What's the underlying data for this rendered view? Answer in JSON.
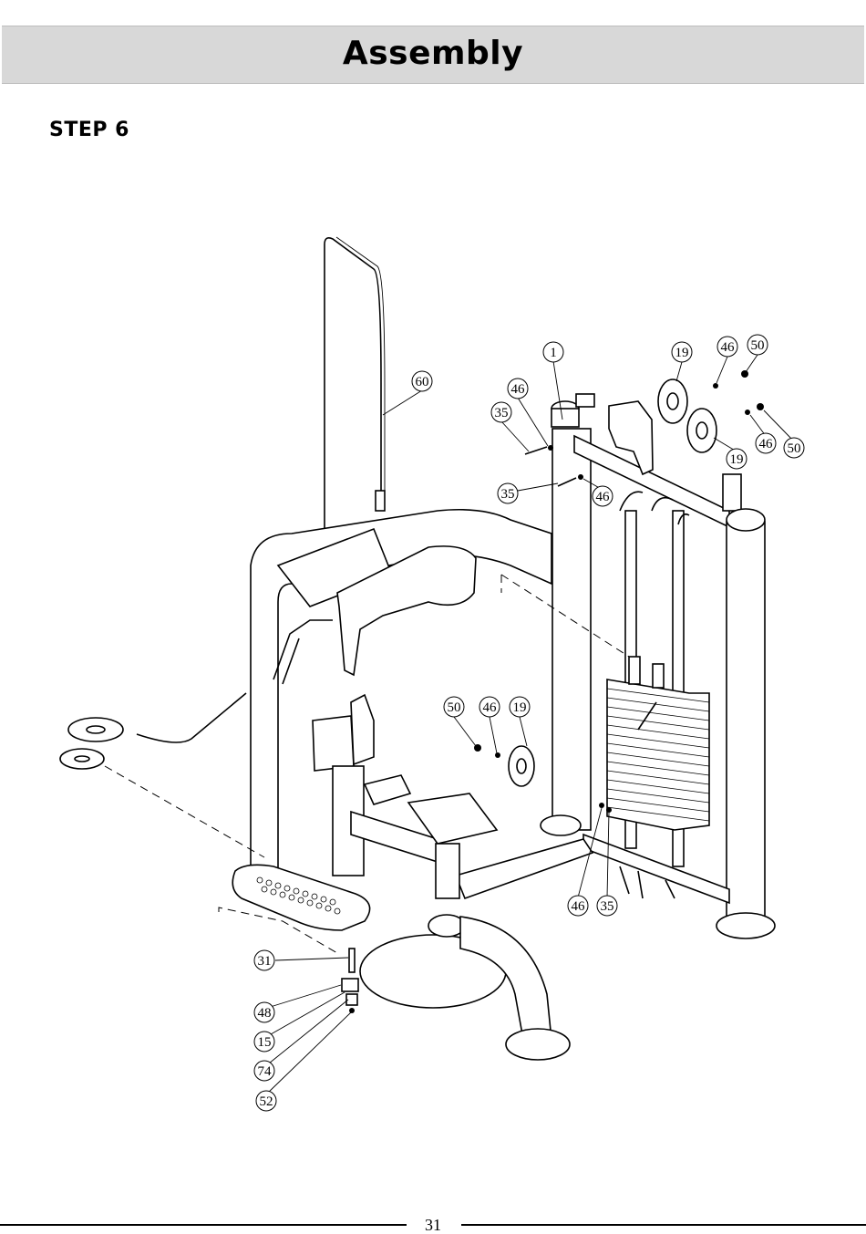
{
  "header": {
    "title": "Assembly"
  },
  "step": {
    "label": "STEP 6"
  },
  "page_number": "31",
  "callouts": [
    {
      "label": "60"
    },
    {
      "label": "1"
    },
    {
      "label": "19"
    },
    {
      "label": "46"
    },
    {
      "label": "50"
    },
    {
      "label": "46"
    },
    {
      "label": "35"
    },
    {
      "label": "35"
    },
    {
      "label": "46"
    },
    {
      "label": "46"
    },
    {
      "label": "50"
    },
    {
      "label": "19"
    },
    {
      "label": "50"
    },
    {
      "label": "46"
    },
    {
      "label": "19"
    },
    {
      "label": "46"
    },
    {
      "label": "35"
    },
    {
      "label": "31"
    },
    {
      "label": "48"
    },
    {
      "label": "15"
    },
    {
      "label": "74"
    },
    {
      "label": "52"
    }
  ]
}
